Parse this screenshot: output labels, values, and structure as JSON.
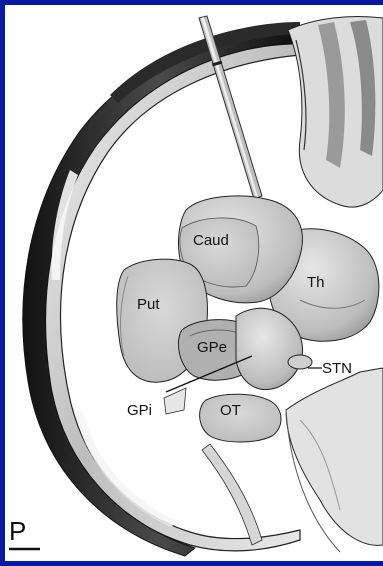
{
  "labels": {
    "caudate": "Caud",
    "putamen": "Put",
    "thalamus": "Th",
    "globus_pallidus_externus": "GPe",
    "subthalamic_nucleus": "STN",
    "globus_pallidus_internus": "GPi",
    "optic_tract": "OT",
    "posterior_orientation": "P"
  },
  "colors": {
    "frame": "#0a1aa6",
    "structure_fill": "#cfcfcf",
    "shadow": "#1c1c1c",
    "background": "#ffffff"
  }
}
